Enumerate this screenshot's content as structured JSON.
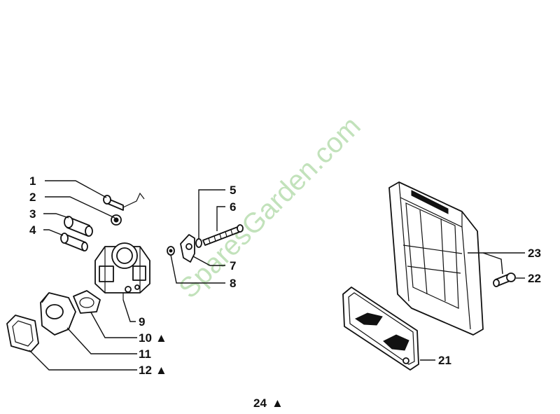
{
  "watermark": "SparesGarden.com",
  "callouts": {
    "c1": "1",
    "c2": "2",
    "c3": "3",
    "c4": "4",
    "c5": "5",
    "c6": "6",
    "c7": "7",
    "c8": "8",
    "c9": "9",
    "c10": "10",
    "c11": "11",
    "c12": "12",
    "c21": "21",
    "c22": "22",
    "c23": "23",
    "c24": "24"
  },
  "markers": {
    "triangle": "▲"
  }
}
